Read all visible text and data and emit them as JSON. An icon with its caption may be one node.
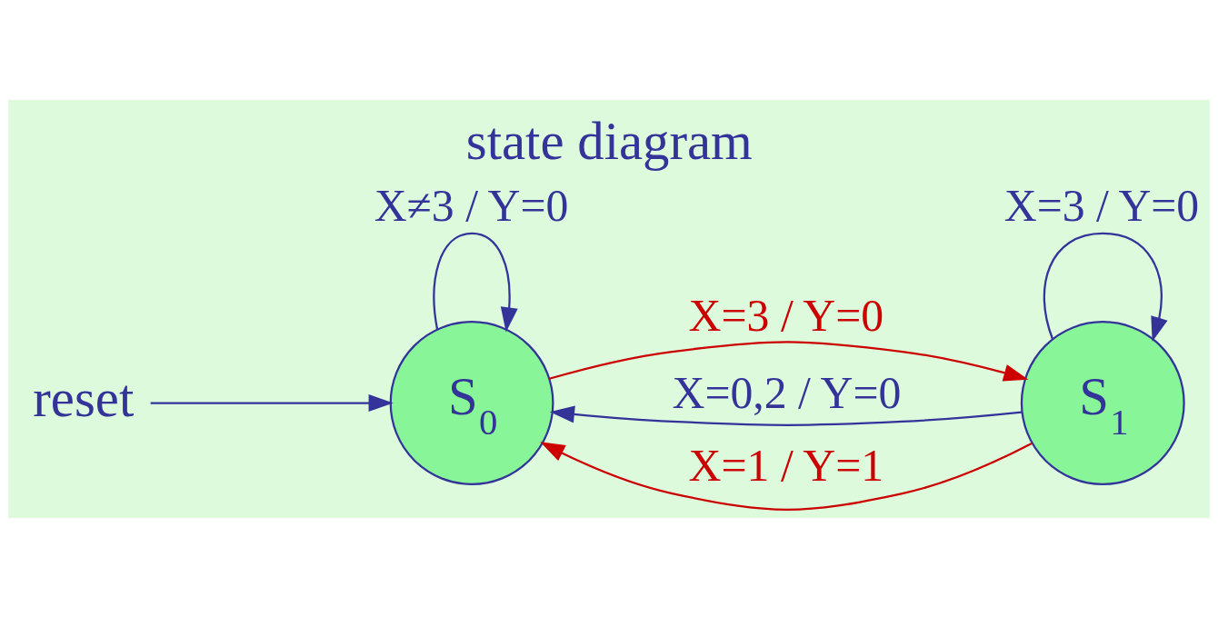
{
  "diagram": {
    "title": "state diagram",
    "nodes": [
      {
        "text": [
          "S$_{0}$"
        ]
      },
      {
        "text": [
          "S$_{1}$"
        ]
      },
      {
        "text": [
          "reset"
        ]
      }
    ],
    "edges": [
      {
        "from": 0,
        "to": 0,
        "arrow": "to",
        "label": "X≠3 / Y=0"
      },
      {
        "from": 0,
        "to": 1,
        "arrow": "to",
        "label": "X=3 / Y=0",
        "color": "#cc0000"
      },
      {
        "from": 1,
        "to": 1,
        "arrow": "to",
        "label": "X=3 / Y=0"
      },
      {
        "from": 1,
        "to": 0,
        "arrow": "to",
        "label": "X=0,2 / Y=0"
      },
      {
        "from": 1,
        "to": 0,
        "arrow": "to",
        "label": "X=1 / Y=1",
        "color": "#cc0000"
      },
      {
        "from": 2,
        "to": 0,
        "arrow": "to"
      }
    ]
  }
}
